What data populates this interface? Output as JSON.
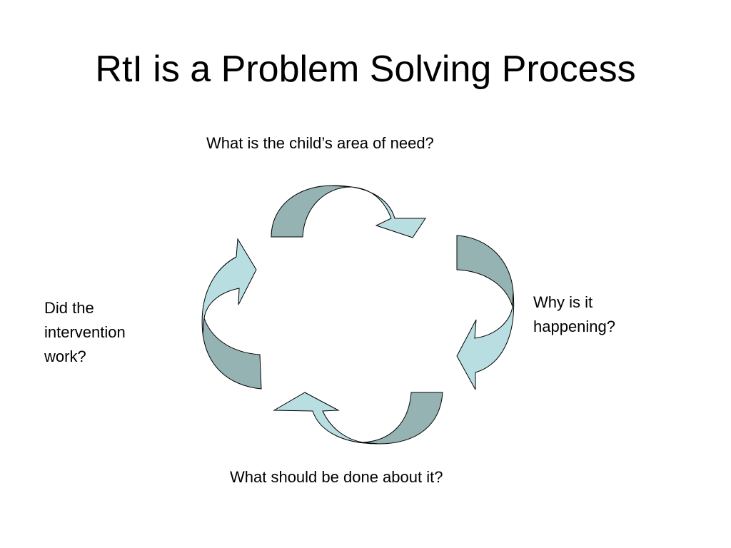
{
  "title": "RtI is a Problem Solving Process",
  "steps": {
    "top": "What is the child’s area of need?",
    "right": [
      "Why is it",
      "happening?"
    ],
    "bottom": "What should be done about it?",
    "left": [
      "Did the",
      "intervention",
      "work?"
    ]
  },
  "colors": {
    "arrow_light": "#B9DEE2",
    "arrow_dark": "#96B3B4",
    "outline": "#000000"
  }
}
